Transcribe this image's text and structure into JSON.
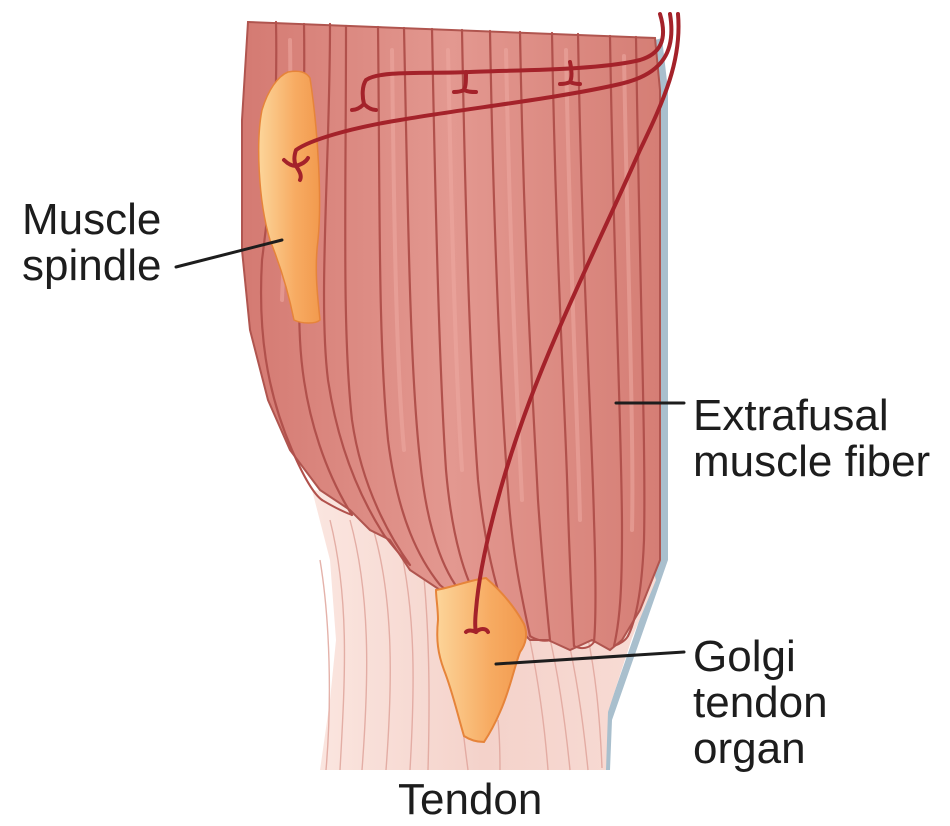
{
  "labels": {
    "muscle_spindle": [
      "Muscle",
      "spindle"
    ],
    "extrafusal_fiber": [
      "Extrafusal",
      "muscle fiber"
    ],
    "golgi_tendon_organ": [
      "Golgi",
      "tendon",
      "organ"
    ],
    "tendon": "Tendon"
  },
  "colors": {
    "muscle_fill": "#dd8a82",
    "muscle_stripe": "#a54844",
    "muscle_highlight": "#f0b6ae",
    "spindle_fill": "#f5a35a",
    "spindle_glow": "#fbd08c",
    "nerve": "#a4222a",
    "tendon_fill": "#f8dfd8",
    "tendon_line": "#e2aaa2",
    "shadow_edge": "#9fb7c7",
    "leader_line": "#1d1d1d",
    "text": "#1d1d1d"
  }
}
